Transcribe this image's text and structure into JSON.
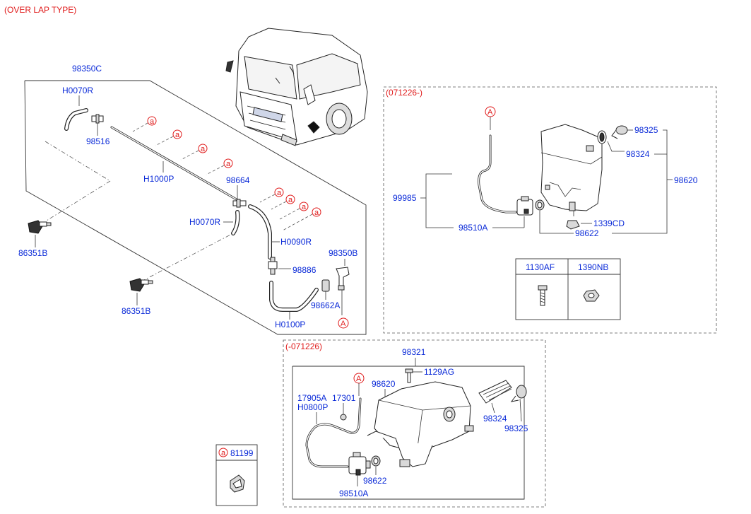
{
  "header": {
    "variant": "(OVER LAP TYPE)"
  },
  "left_group": {
    "group_label": "98350C",
    "parts": {
      "h0070r_top": "H0070R",
      "p98516": "98516",
      "h1000p": "H1000P",
      "p98664": "98664",
      "h0070r_mid": "H0070R",
      "h0090r": "H0090R",
      "p98350b": "98350B",
      "p98886": "98886",
      "p98662a": "98662A",
      "h0100p": "H0100P",
      "p86351b_1": "86351B",
      "p86351b_2": "86351B"
    },
    "clip_mark": "a",
    "connector_mark": "A"
  },
  "upper_right": {
    "period": "(071226-)",
    "parts": {
      "p98325": "98325",
      "p98324": "98324",
      "p98620": "98620",
      "p99985": "99985",
      "p98510a": "98510A",
      "p1339cd": "1339CD",
      "p98622": "98622"
    },
    "connector_mark": "A",
    "fastener_table": {
      "headers": [
        "1130AF",
        "1390NB"
      ]
    }
  },
  "lower_right": {
    "period": "(-071226)",
    "parts": {
      "p98321": "98321",
      "p1129ag": "1129AG",
      "p98620": "98620",
      "p17905a": "17905A",
      "p17301": "17301",
      "h0800p": "H0800P",
      "p98324": "98324",
      "p98325": "98325",
      "p98622": "98622",
      "p98510a": "98510A"
    },
    "connector_mark": "A"
  },
  "legend_box": {
    "mark": "a",
    "part": "81199"
  },
  "colors": {
    "part_number": "#0a2ad8",
    "period_note": "#e01b1b",
    "line": "#333333"
  }
}
